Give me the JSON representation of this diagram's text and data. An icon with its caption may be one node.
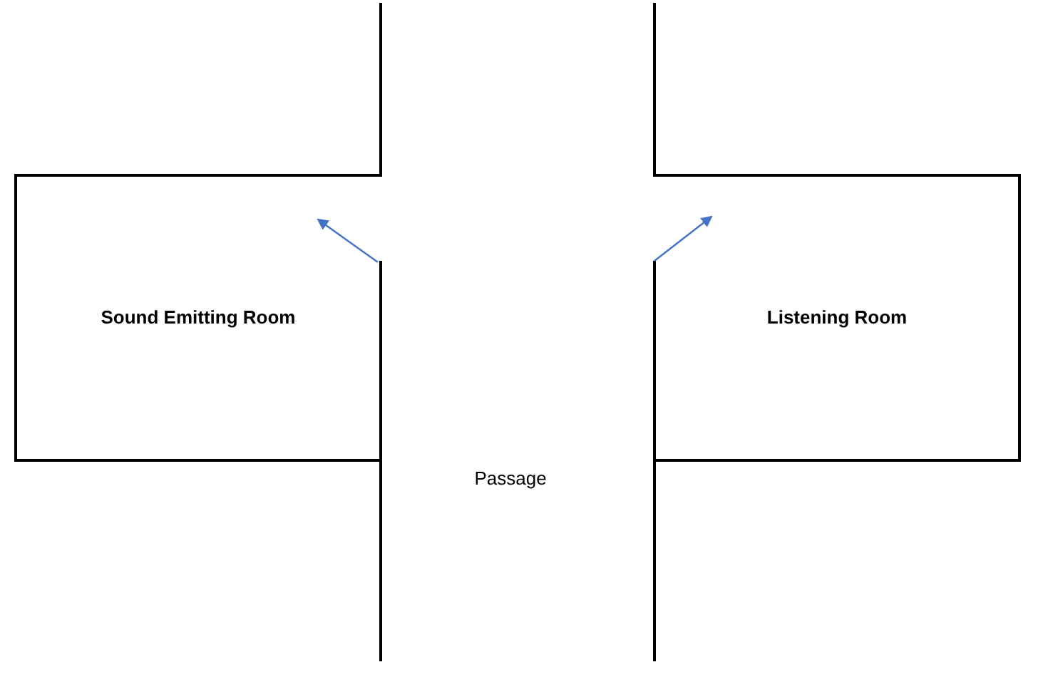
{
  "diagram": {
    "nodes": [
      {
        "text": [
          "Sound Emitting Room"
        ]
      },
      {
        "text": [
          "Listening Room"
        ]
      }
    ],
    "labels": [
      "Passage"
    ]
  }
}
